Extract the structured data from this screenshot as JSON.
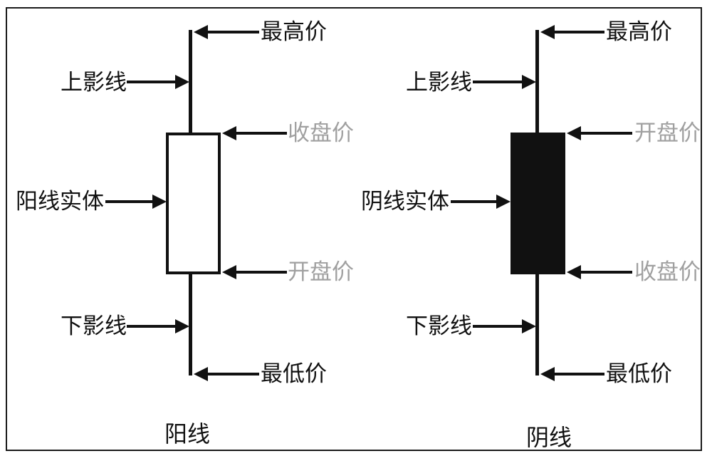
{
  "figure": {
    "background": "#ffffff",
    "line_color": "#111111",
    "border_color": "#1a1a1a",
    "gray_label_color": "#a0a0a0"
  },
  "panels": [
    {
      "id": "bullish",
      "caption": "阳线",
      "body_fill": "#ffffff",
      "labels": {
        "high": "最高价",
        "upper_shadow": "上影线",
        "body_top": "收盘价",
        "body": "阳线实体",
        "body_bottom": "开盘价",
        "lower_shadow": "下影线",
        "low": "最低价"
      }
    },
    {
      "id": "bearish",
      "caption": "阴线",
      "body_fill": "#111111",
      "labels": {
        "high": "最高价",
        "upper_shadow": "上影线",
        "body_top": "开盘价",
        "body": "阴线实体",
        "body_bottom": "收盘价",
        "lower_shadow": "下影线",
        "low": "最低价"
      }
    }
  ]
}
